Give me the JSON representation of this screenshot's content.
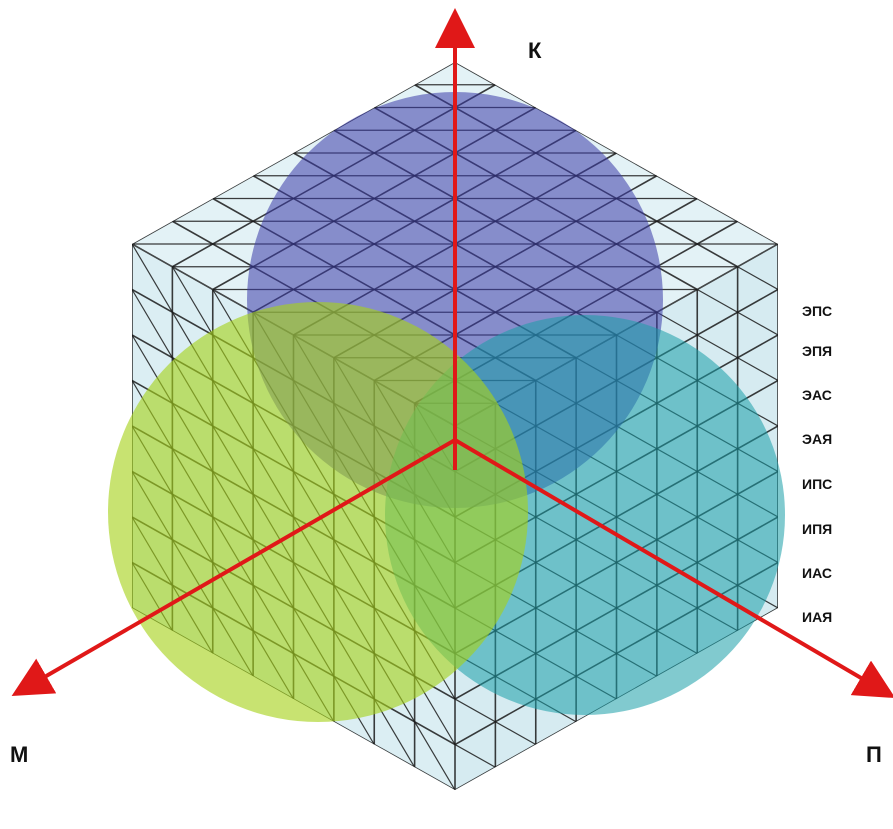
{
  "axes": {
    "k": {
      "label": "К"
    },
    "m": {
      "label": "М"
    },
    "p": {
      "label": "П"
    }
  },
  "levels": [
    "ЭПС",
    "ЭПЯ",
    "ЭАС",
    "ЭАЯ",
    "ИПС",
    "ИПЯ",
    "ИАС",
    "ИАЯ"
  ],
  "colors": {
    "axis": "#e01818",
    "circle_top": "#3a3aa8",
    "circle_left": "#a6d21a",
    "circle_right": "#1a9ea8",
    "cube_face": "#dff0f4",
    "cube_line": "#1a1a1a"
  }
}
